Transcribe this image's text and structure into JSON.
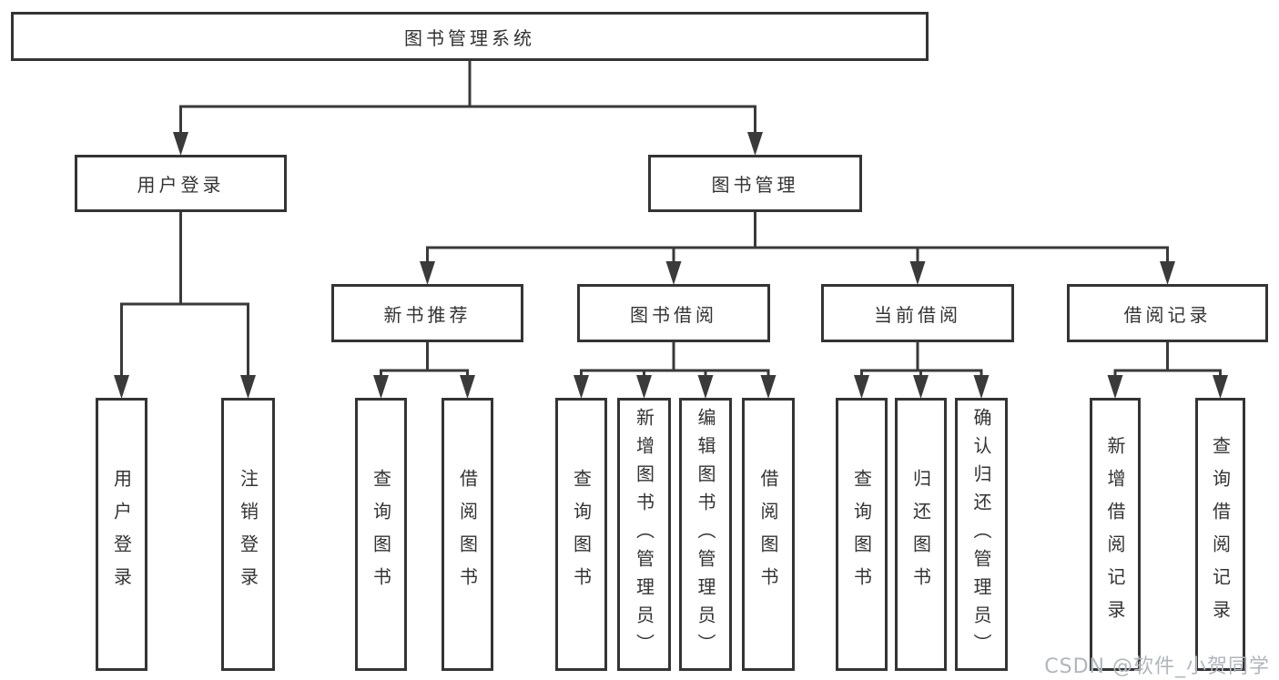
{
  "diagram": {
    "type": "hierarchy-chart",
    "title": "图书管理系统",
    "nodes": [
      {
        "id": "root",
        "label": "图书管理系统",
        "level": 1
      },
      {
        "id": "user-login",
        "label": "用户登录",
        "level": 2
      },
      {
        "id": "book-mgmt",
        "label": "图书管理",
        "level": 2
      },
      {
        "id": "new-book-rec",
        "label": "新书推荐",
        "level": 3
      },
      {
        "id": "book-borrow",
        "label": "图书借阅",
        "level": 3
      },
      {
        "id": "current-borrow",
        "label": "当前借阅",
        "level": 3
      },
      {
        "id": "borrow-record",
        "label": "借阅记录",
        "level": 3
      },
      {
        "id": "leaf-user-login",
        "label": "用户登录",
        "level": 4
      },
      {
        "id": "leaf-logout",
        "label": "注销登录",
        "level": 4
      },
      {
        "id": "leaf-query-books-new",
        "label": "查询图书",
        "level": 4
      },
      {
        "id": "leaf-borrow-books-new",
        "label": "借阅图书",
        "level": 4
      },
      {
        "id": "leaf-query-books-borrow",
        "label": "查询图书",
        "level": 4
      },
      {
        "id": "leaf-add-books-admin",
        "label": "新增图书（管理员）",
        "level": 4
      },
      {
        "id": "leaf-edit-books-admin",
        "label": "编辑图书（管理员）",
        "level": 4
      },
      {
        "id": "leaf-borrow-books-borrow",
        "label": "借阅图书",
        "level": 4
      },
      {
        "id": "leaf-query-books-current",
        "label": "查询图书",
        "level": 4
      },
      {
        "id": "leaf-return-books",
        "label": "归还图书",
        "level": 4
      },
      {
        "id": "leaf-confirm-return-admin",
        "label": "确认归还（管理员）",
        "level": 4
      },
      {
        "id": "leaf-add-borrow-record",
        "label": "新增借阅记录",
        "level": 4
      },
      {
        "id": "leaf-query-borrow-record",
        "label": "查询借阅记录",
        "level": 4
      }
    ],
    "edges": [
      {
        "parent": "root",
        "children": [
          "user-login",
          "book-mgmt"
        ]
      },
      {
        "parent": "user-login",
        "children": [
          "leaf-user-login",
          "leaf-logout"
        ]
      },
      {
        "parent": "book-mgmt",
        "children": [
          "new-book-rec",
          "book-borrow",
          "current-borrow",
          "borrow-record"
        ]
      },
      {
        "parent": "new-book-rec",
        "children": [
          "leaf-query-books-new",
          "leaf-borrow-books-new"
        ]
      },
      {
        "parent": "book-borrow",
        "children": [
          "leaf-query-books-borrow",
          "leaf-add-books-admin",
          "leaf-edit-books-admin",
          "leaf-borrow-books-borrow"
        ]
      },
      {
        "parent": "current-borrow",
        "children": [
          "leaf-query-books-current",
          "leaf-return-books",
          "leaf-confirm-return-admin"
        ]
      },
      {
        "parent": "borrow-record",
        "children": [
          "leaf-add-borrow-record",
          "leaf-query-borrow-record"
        ]
      }
    ]
  },
  "watermark": {
    "text": "CSDN @软件_小贺同学"
  },
  "colors": {
    "line": "#3a3a3a",
    "box_border": "#343434",
    "box_fill": "#ffffff",
    "text": "#333333",
    "watermark": "#b0b6bc",
    "background": "#ffffff"
  }
}
